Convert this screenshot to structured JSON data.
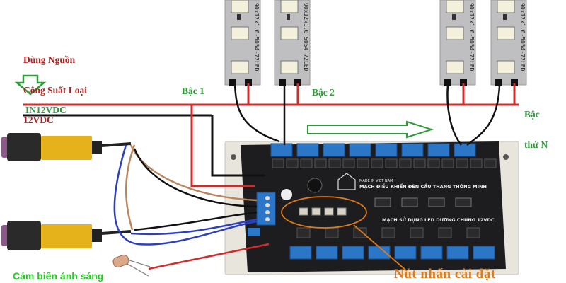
{
  "title": "Sơ đồ đấu nối mạch điều khiển đèn cầu thang thông minh",
  "power_label": [
    "Dùng Nguồn",
    "Công Suất Loại",
    "12VDC"
  ],
  "input_label": "IN12VDC",
  "steps": {
    "step1": "Bậc 1",
    "step2": "Bậc 2",
    "stepN": [
      "Bậc",
      "thứ N"
    ]
  },
  "led_strip_text": "90x12x1.0-5054-72LED",
  "board": {
    "made_in": "MADE IN VIET NAM",
    "title": "MẠCH ĐIỀU KHIỂN ĐÈN CẦU THANG THÔNG MINH",
    "subtitle": "MẠCH SỬ DỤNG LED DƯƠNG CHUNG 12VDC",
    "top_terminals": 8,
    "bottom_terminals": 8,
    "setting_buttons": 4
  },
  "light_sensor_label": "Cảm biến ánh sáng",
  "setting_button_label": "Nút nhấn cài đặt",
  "colors": {
    "wire_red": "#d42a2a",
    "wire_black": "#111111",
    "wire_blue": "#2a3fc2",
    "wire_brown": "#b9855c",
    "arrow_green": "#2f9a3a",
    "label_red": "#b0201f",
    "label_orange": "#e07b1a",
    "pcb": "#1d1d1f",
    "terminal_blue": "#2c76c8",
    "sensor_yellow": "#e5b21b"
  }
}
